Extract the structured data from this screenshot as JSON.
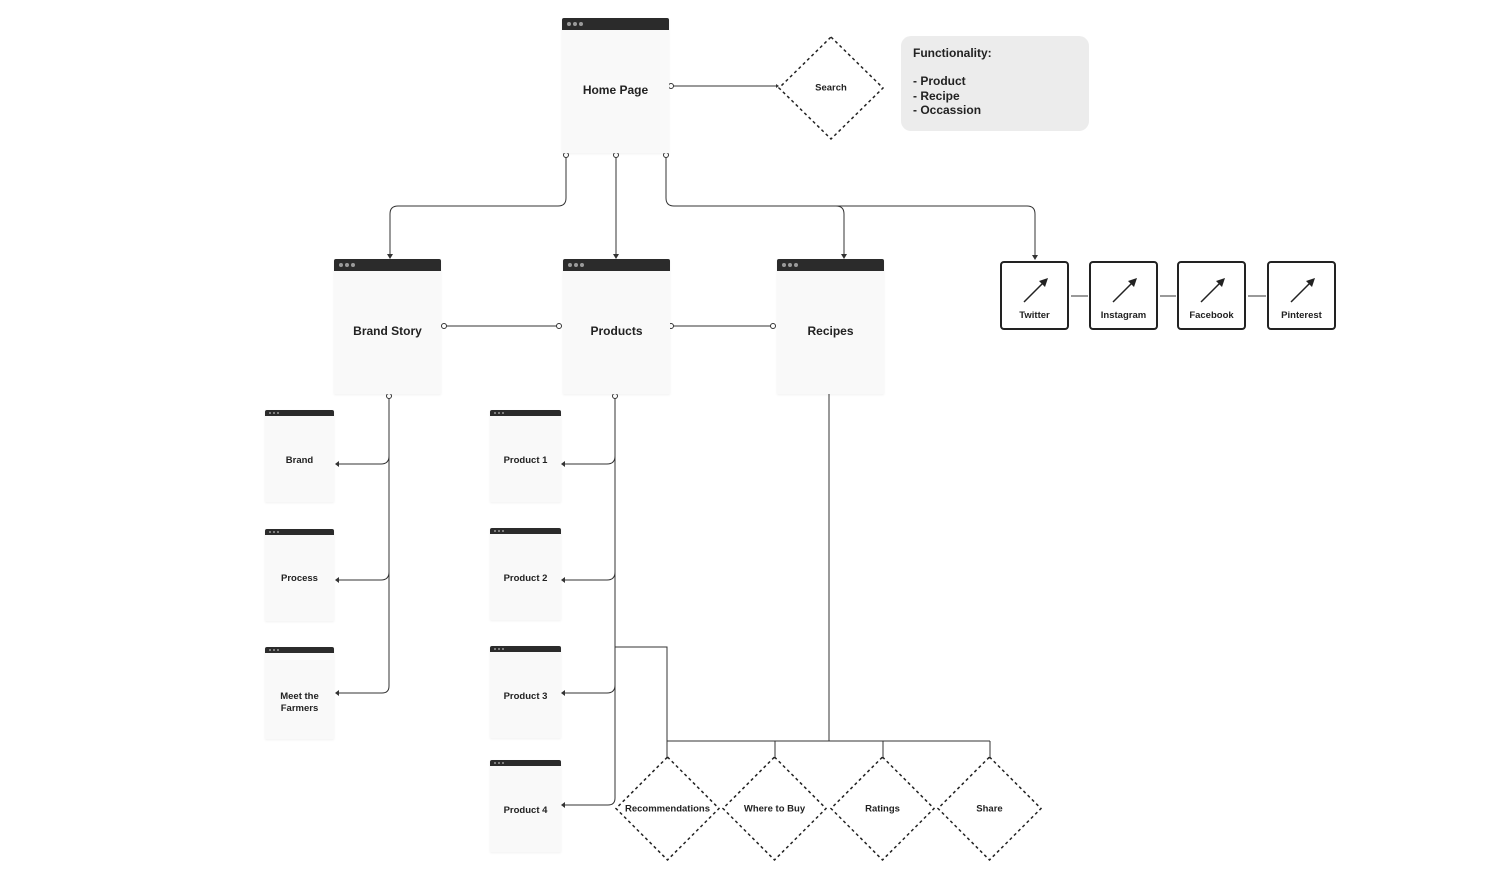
{
  "pages": {
    "home": "Home Page",
    "brand_story": "Brand Story",
    "products": "Products",
    "recipes": "Recipes",
    "brand": "Brand",
    "process": "Process",
    "meet_farmers": "Meet the Farmers",
    "product_1": "Product 1",
    "product_2": "Product 2",
    "product_3": "Product 3",
    "product_4": "Product 4"
  },
  "decisions": {
    "search": "Search",
    "recommendations": "Recommendations",
    "where_to_buy": "Where to Buy",
    "ratings": "Ratings",
    "share": "Share"
  },
  "social": {
    "twitter": "Twitter",
    "instagram": "Instagram",
    "facebook": "Facebook",
    "pinterest": "Pinterest",
    "icon": "external-link-arrow-icon"
  },
  "note": {
    "heading": "Functionality:",
    "items": [
      "- Product",
      "- Recipe",
      "- Occassion"
    ]
  },
  "colors": {
    "window_bar": "#2b2b2b",
    "page_fill": "#f9f9f9",
    "note_fill": "#ececec",
    "line": "#333333"
  }
}
